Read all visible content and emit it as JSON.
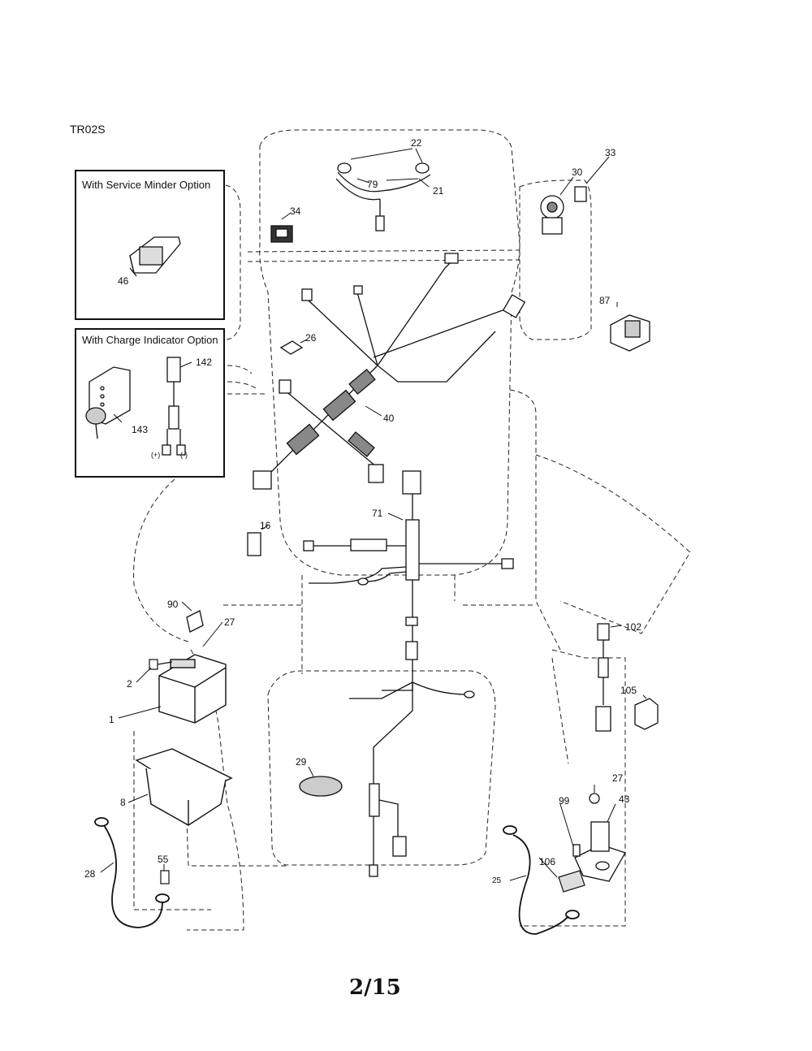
{
  "diagram_id": "TR02S",
  "page_number": "2/15",
  "option_boxes": {
    "service_minder": "With Service Minder Option",
    "charge_indicator": "With Charge Indicator Option"
  },
  "part_numbers": {
    "p1": "1",
    "p2": "2",
    "p8": "8",
    "p16": "16",
    "p21": "21",
    "p22": "22",
    "p25": "25",
    "p26": "26",
    "p27a": "27",
    "p27b": "27",
    "p28": "28",
    "p29": "29",
    "p30": "30",
    "p33": "33",
    "p34": "34",
    "p40": "40",
    "p43": "43",
    "p46": "46",
    "p55": "55",
    "p71": "71",
    "p79": "79",
    "p87": "87",
    "p90": "90",
    "p99": "99",
    "p102": "102",
    "p105": "105",
    "p106": "106",
    "p142": "142",
    "p143": "143",
    "plus": "(+)",
    "minus": "(-)"
  }
}
